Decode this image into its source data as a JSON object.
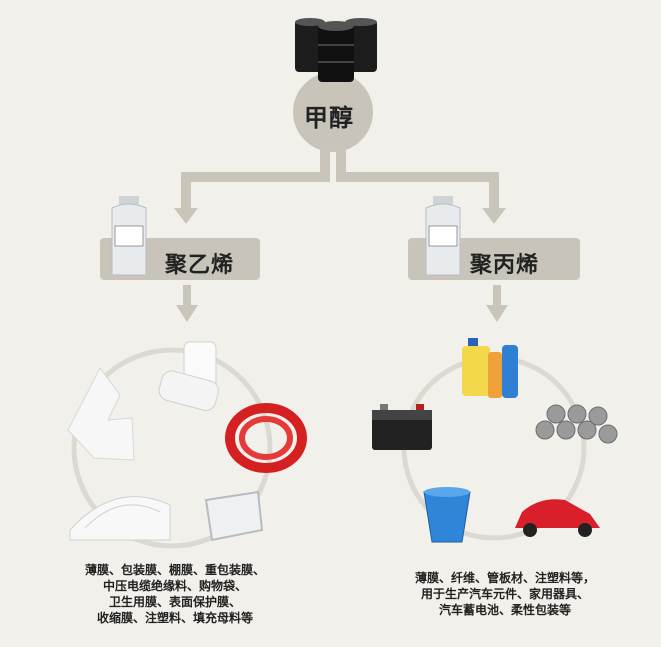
{
  "root": {
    "label": "甲醇"
  },
  "branches": [
    {
      "label": "聚乙烯",
      "items": [
        "shopping-bag",
        "plastic-film-rolls",
        "red-cable-coil",
        "clear-plastic-tray",
        "greenhouse-film"
      ],
      "description_lines": [
        "薄膜、包装膜、棚膜、重包装膜、",
        "中压电缆绝缘料、购物袋、",
        "卫生用膜、表面保护膜、",
        "收缩膜、注塑料、填充母料等"
      ]
    },
    {
      "label": "聚丙烯",
      "items": [
        "plastic-bottles",
        "pipes",
        "red-car",
        "blue-waste-basket",
        "car-battery"
      ],
      "description_lines": [
        "薄膜、纤维、管板材、注塑料等，",
        "用于生产汽车元件、家用器具、",
        "汽车蓄电池、柔性包装等"
      ]
    }
  ],
  "colors": {
    "background": "#f2f0ea",
    "arrow": "#c9c5bb",
    "label_box": "#c8c4ba",
    "circle": "#dcd9d2"
  }
}
